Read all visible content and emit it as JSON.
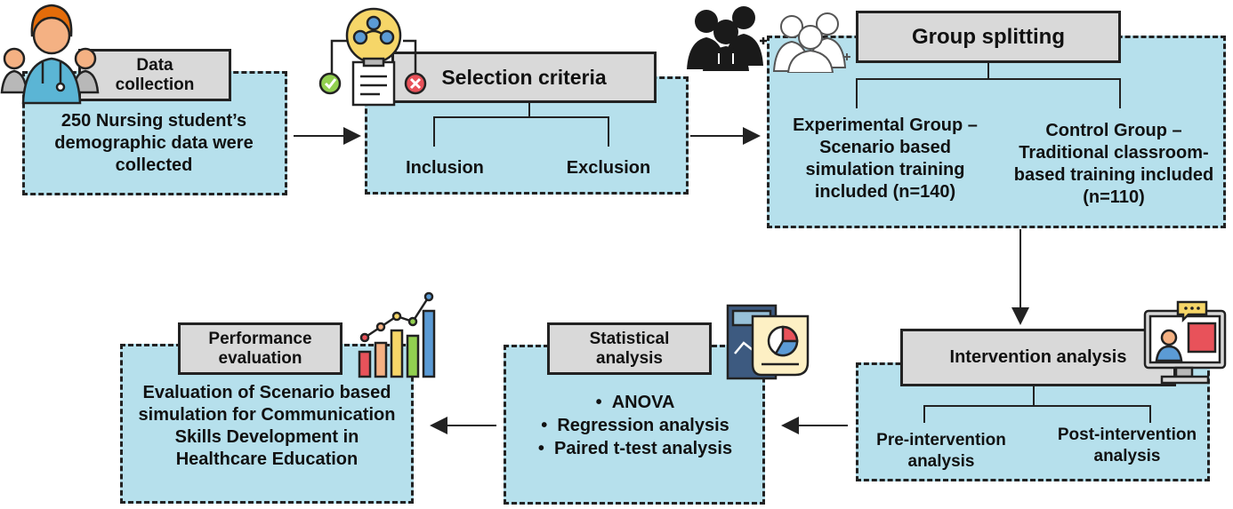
{
  "steps": {
    "data_collection": {
      "title": "Data collection",
      "body": "250 Nursing student’s demographic data were collected"
    },
    "selection_criteria": {
      "title": "Selection criteria",
      "branches": [
        "Inclusion",
        "Exclusion"
      ]
    },
    "group_splitting": {
      "title": "Group splitting",
      "experimental": "Experimental Group – Scenario based simulation training included (n=140)",
      "control": "Control Group – Traditional classroom-based training included (n=110)"
    },
    "intervention_analysis": {
      "title": "Intervention analysis",
      "branches": [
        "Pre-intervention analysis",
        "Post-intervention analysis"
      ]
    },
    "statistical_analysis": {
      "title": "Statistical analysis",
      "items": [
        "ANOVA",
        "Regression analysis",
        "Paired t-test analysis"
      ]
    },
    "performance_evaluation": {
      "title": "Performance evaluation",
      "body": "Evaluation of Scenario based simulation for Communication Skills Development in Healthcare Education"
    }
  },
  "icons": [
    "nurse-team-icon",
    "selection-clipboard-icon",
    "medical-team-icon",
    "medical-team-outline-icon",
    "video-call-icon",
    "analysis-document-icon",
    "growth-chart-icon"
  ],
  "colors": {
    "box_fill": "#b6e0ec",
    "header_fill": "#d9d9d9",
    "border": "#222222"
  }
}
